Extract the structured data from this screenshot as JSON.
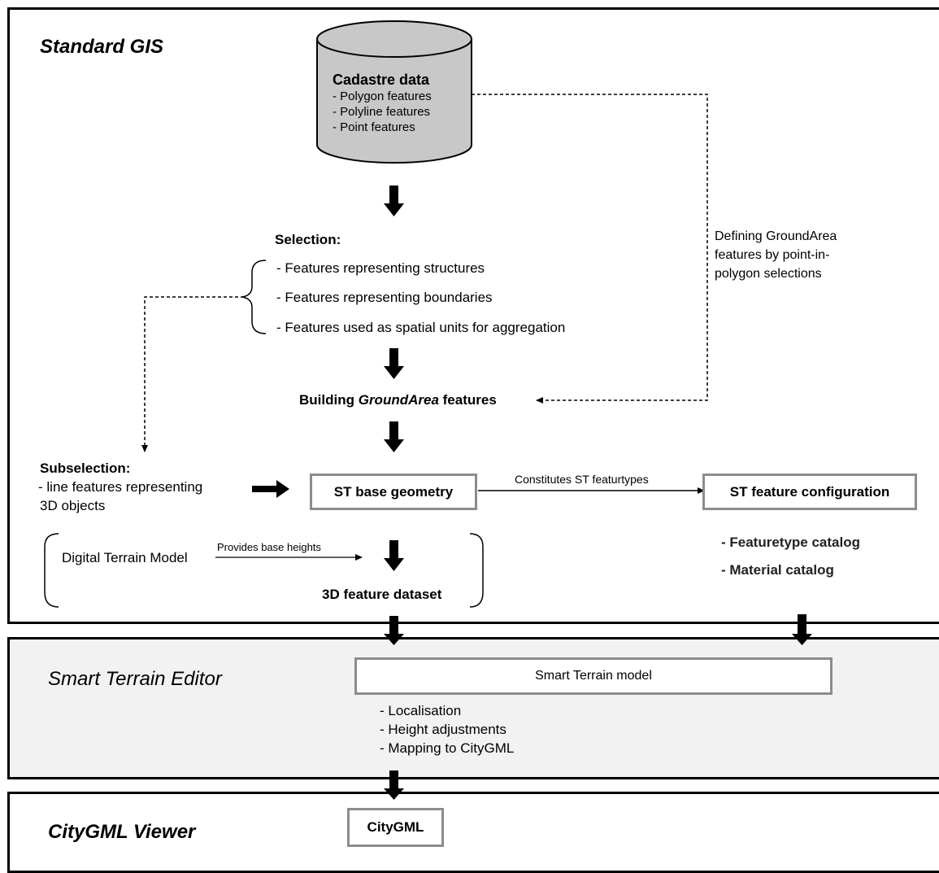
{
  "panels": {
    "standard_gis": "Standard GIS",
    "smart_terrain_editor": "Smart Terrain Editor",
    "citygml_viewer": "CityGML Viewer"
  },
  "cadastre": {
    "title": "Cadastre data",
    "items": [
      "- Polygon features",
      "- Polyline features",
      "- Point features"
    ]
  },
  "selection": {
    "title": "Selection:",
    "items": [
      "- Features representing structures",
      "- Features representing boundaries",
      "- Features used as spatial units for aggregation"
    ]
  },
  "building": {
    "prefix": "Building ",
    "italic": "GroundArea",
    "suffix": " features"
  },
  "defining": [
    "Defining GroundArea",
    "features by point-in-",
    "polygon selections"
  ],
  "subselection": {
    "title": "Subselection:",
    "items": [
      " - line features representing",
      "3D objects"
    ]
  },
  "st_base_geometry": "ST base geometry",
  "constitutes": "Constitutes ST featurtypes",
  "st_feature_configuration": "ST feature configuration",
  "catalogs": [
    "- Featuretype catalog",
    "- Material catalog"
  ],
  "dtm": "Digital Terrain Model",
  "provides": "Provides base heights",
  "dataset_3d": "3D feature dataset",
  "smart_terrain_model": "Smart Terrain model",
  "editor_steps": [
    "- Localisation",
    "- Height adjustments",
    "- Mapping to CityGML"
  ],
  "citygml": "CityGML",
  "colors": {
    "border": "#000000",
    "box_border": "#8c8c8c",
    "editor_bg": "#f2f2f2",
    "cylinder": "#c8c8c8"
  }
}
